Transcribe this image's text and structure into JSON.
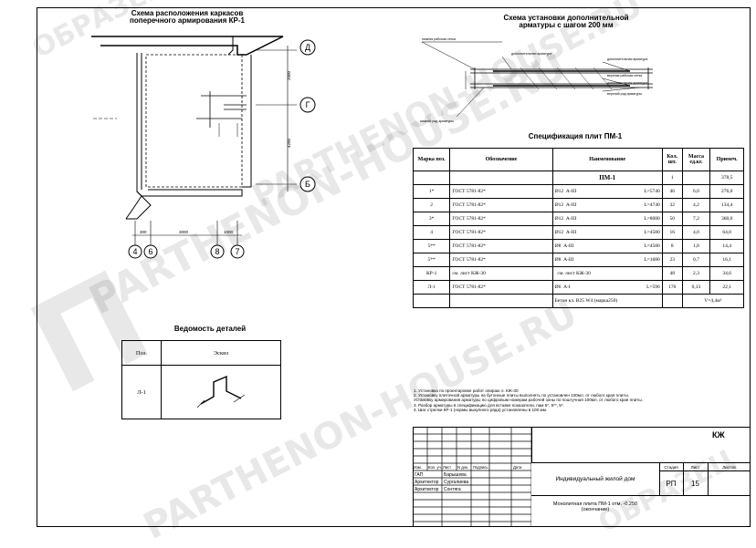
{
  "drawing": {
    "plan_title": "Схема расположения каркасов\nпоперечного армирования КР-1",
    "plan_axes": {
      "horizontal": [
        "Д",
        "Г",
        "Б"
      ],
      "vertical": [
        "4",
        "6",
        "8",
        "7"
      ],
      "dims_right": [
        "2000",
        "4200"
      ],
      "dims_bottom": [
        "300",
        "3000",
        "1000"
      ]
    },
    "section_title": "Схема установки дополнительной\nарматуры с шагом 200 мм",
    "section_labels": [
      "нижняя рабочая сетка",
      "дополнительная арматура",
      "дополнительная арматура",
      "нижний ряд арматуры",
      "верхняя рабочая сетка",
      "дополнительная арматура",
      "верхний ряд арматуры"
    ]
  },
  "spec": {
    "title": "Спецификация плит ПМ-1",
    "headers": [
      "Марка поз.",
      "Обозначение",
      "Наименование",
      "Кол. шт.",
      "Масса ед.кг.",
      "Примеч."
    ],
    "group": "ПМ-1",
    "group_qty": "1",
    "group_note": "378,5",
    "rows": [
      {
        "pos": "1*",
        "doc": "ГОСТ 5781-82*",
        "d": "Ø12",
        "cls": "А-III",
        "len": "L=5740",
        "qty": "46",
        "mass": "6,0",
        "note": "276,0"
      },
      {
        "pos": "2",
        "doc": "ГОСТ 5781-82*",
        "d": "Ø12",
        "cls": "А-III",
        "len": "L=4740",
        "qty": "32",
        "mass": "4,2",
        "note": "134,4"
      },
      {
        "pos": "3*",
        "doc": "ГОСТ 5781-82*",
        "d": "Ø12",
        "cls": "А-III",
        "len": "L=8080",
        "qty": "50",
        "mass": "7,2",
        "note": "360,0"
      },
      {
        "pos": "4",
        "doc": "ГОСТ 5781-82*",
        "d": "Ø12",
        "cls": "А-III",
        "len": "L=4580",
        "qty": "16",
        "mass": "4,0",
        "note": "64,0"
      },
      {
        "pos": "5**",
        "doc": "ГОСТ 5781-82*",
        "d": "Ø8",
        "cls": "А-III",
        "len": "L=4580",
        "qty": "8",
        "mass": "1,8",
        "note": "14,4"
      },
      {
        "pos": "5**",
        "doc": "ГОСТ 5781-82*",
        "d": "Ø8",
        "cls": "А-III",
        "len": "L=1680",
        "qty": "23",
        "mass": "0,7",
        "note": "16,1"
      },
      {
        "pos": "КР-1",
        "doc": "см. лист КЖ-30",
        "d": "",
        "cls": "см. лист КЖ-30",
        "len": "",
        "qty": "48",
        "mass": "2,3",
        "note": "34,6"
      },
      {
        "pos": "Л-1",
        "doc": "ГОСТ 5781-82*",
        "d": "Ø6",
        "cls": "А-I",
        "len": "L=596",
        "qty": "176",
        "mass": "0,13",
        "note": "22,1"
      }
    ],
    "concrete": "Бетон кл. В25 W4 (марка250)",
    "volume": "V=4,4м³"
  },
  "details": {
    "title": "Ведомость деталей",
    "headers": [
      "Поз.",
      "Эскиз"
    ],
    "row_pos": "Л-1"
  },
  "notes": [
    "1. Установка по проектировке работ опираю л. КЖ-30",
    "2. Установку плиточной арматуры на бутонные плиты выполнять по установлен 100мл. от любого края плиты.",
    "   Установку армирования арматуры по цифровым номерам рабочей зоны по поштучная 100мл. от любого края плиты.",
    "3. Разбор арматуры в спецификацию для вставке показатели, пам 5*, 5**, 5*.",
    "4. Шаг стрелки КР-1 (нормы выкупного ряда) установлены в 100 мм."
  ],
  "stamp": {
    "code": "КЖ",
    "header_cells": [
      "Изм.",
      "Кол. уч.",
      "Лист",
      "N док.",
      "Подпись",
      "Дата"
    ],
    "people": [
      {
        "role": "ГАП",
        "name": "Барышева"
      },
      {
        "role": "Архитектор",
        "name": "Сургалиева"
      },
      {
        "role": "Архитектор",
        "name": "Сонтяга"
      }
    ],
    "project": "Индивидуальный жилой дом",
    "stage_label": "Стадия",
    "sheet_label": "Лист",
    "sheets_label": "Листов",
    "stage": "РП",
    "sheet": "15",
    "sheet_title": "Монолитная плита ПМ-1 отм. -0,250\n(окончание)"
  },
  "watermarks": [
    "PARTHENON-HOUSE.RU",
    "ОБРАЗЕЦ"
  ]
}
